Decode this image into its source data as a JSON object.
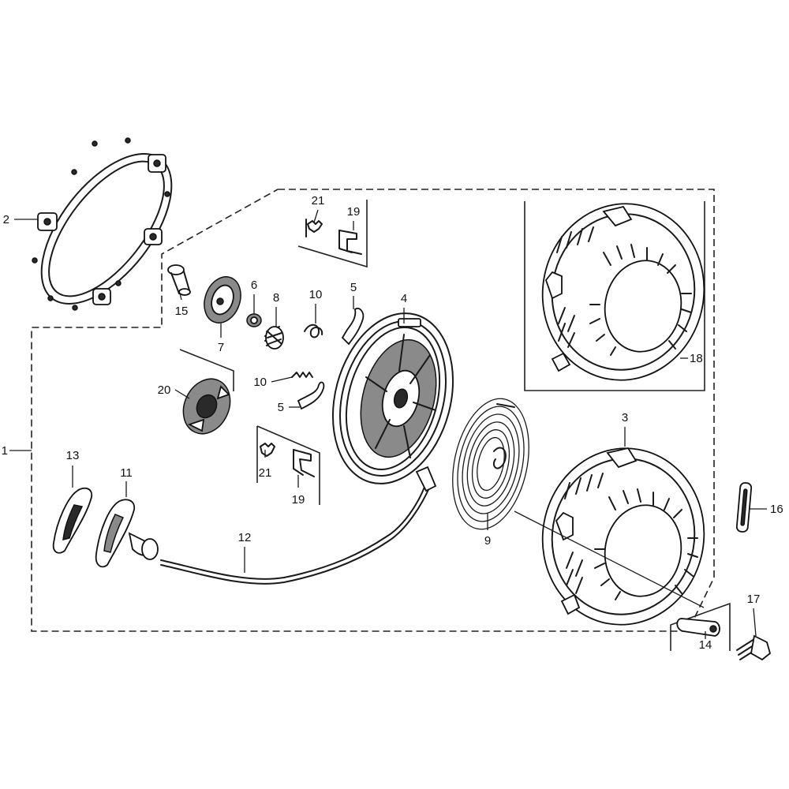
{
  "callouts": {
    "c1": "1",
    "c2": "2",
    "c3": "3",
    "c4": "4",
    "c5a": "5",
    "c5b": "5",
    "c6": "6",
    "c7": "7",
    "c8": "8",
    "c9": "9",
    "c10a": "10",
    "c10b": "10",
    "c11": "11",
    "c12": "12",
    "c13": "13",
    "c14": "14",
    "c15": "15",
    "c16": "16",
    "c17": "17",
    "c18": "18",
    "c19a": "19",
    "c19b": "19",
    "c20": "20",
    "c21a": "21",
    "c21b": "21"
  },
  "colors": {
    "ink": "#1a1a1a",
    "fill_dark": "#2a2a2a",
    "fill_gray": "#8a8a8a",
    "background": "#ffffff"
  }
}
